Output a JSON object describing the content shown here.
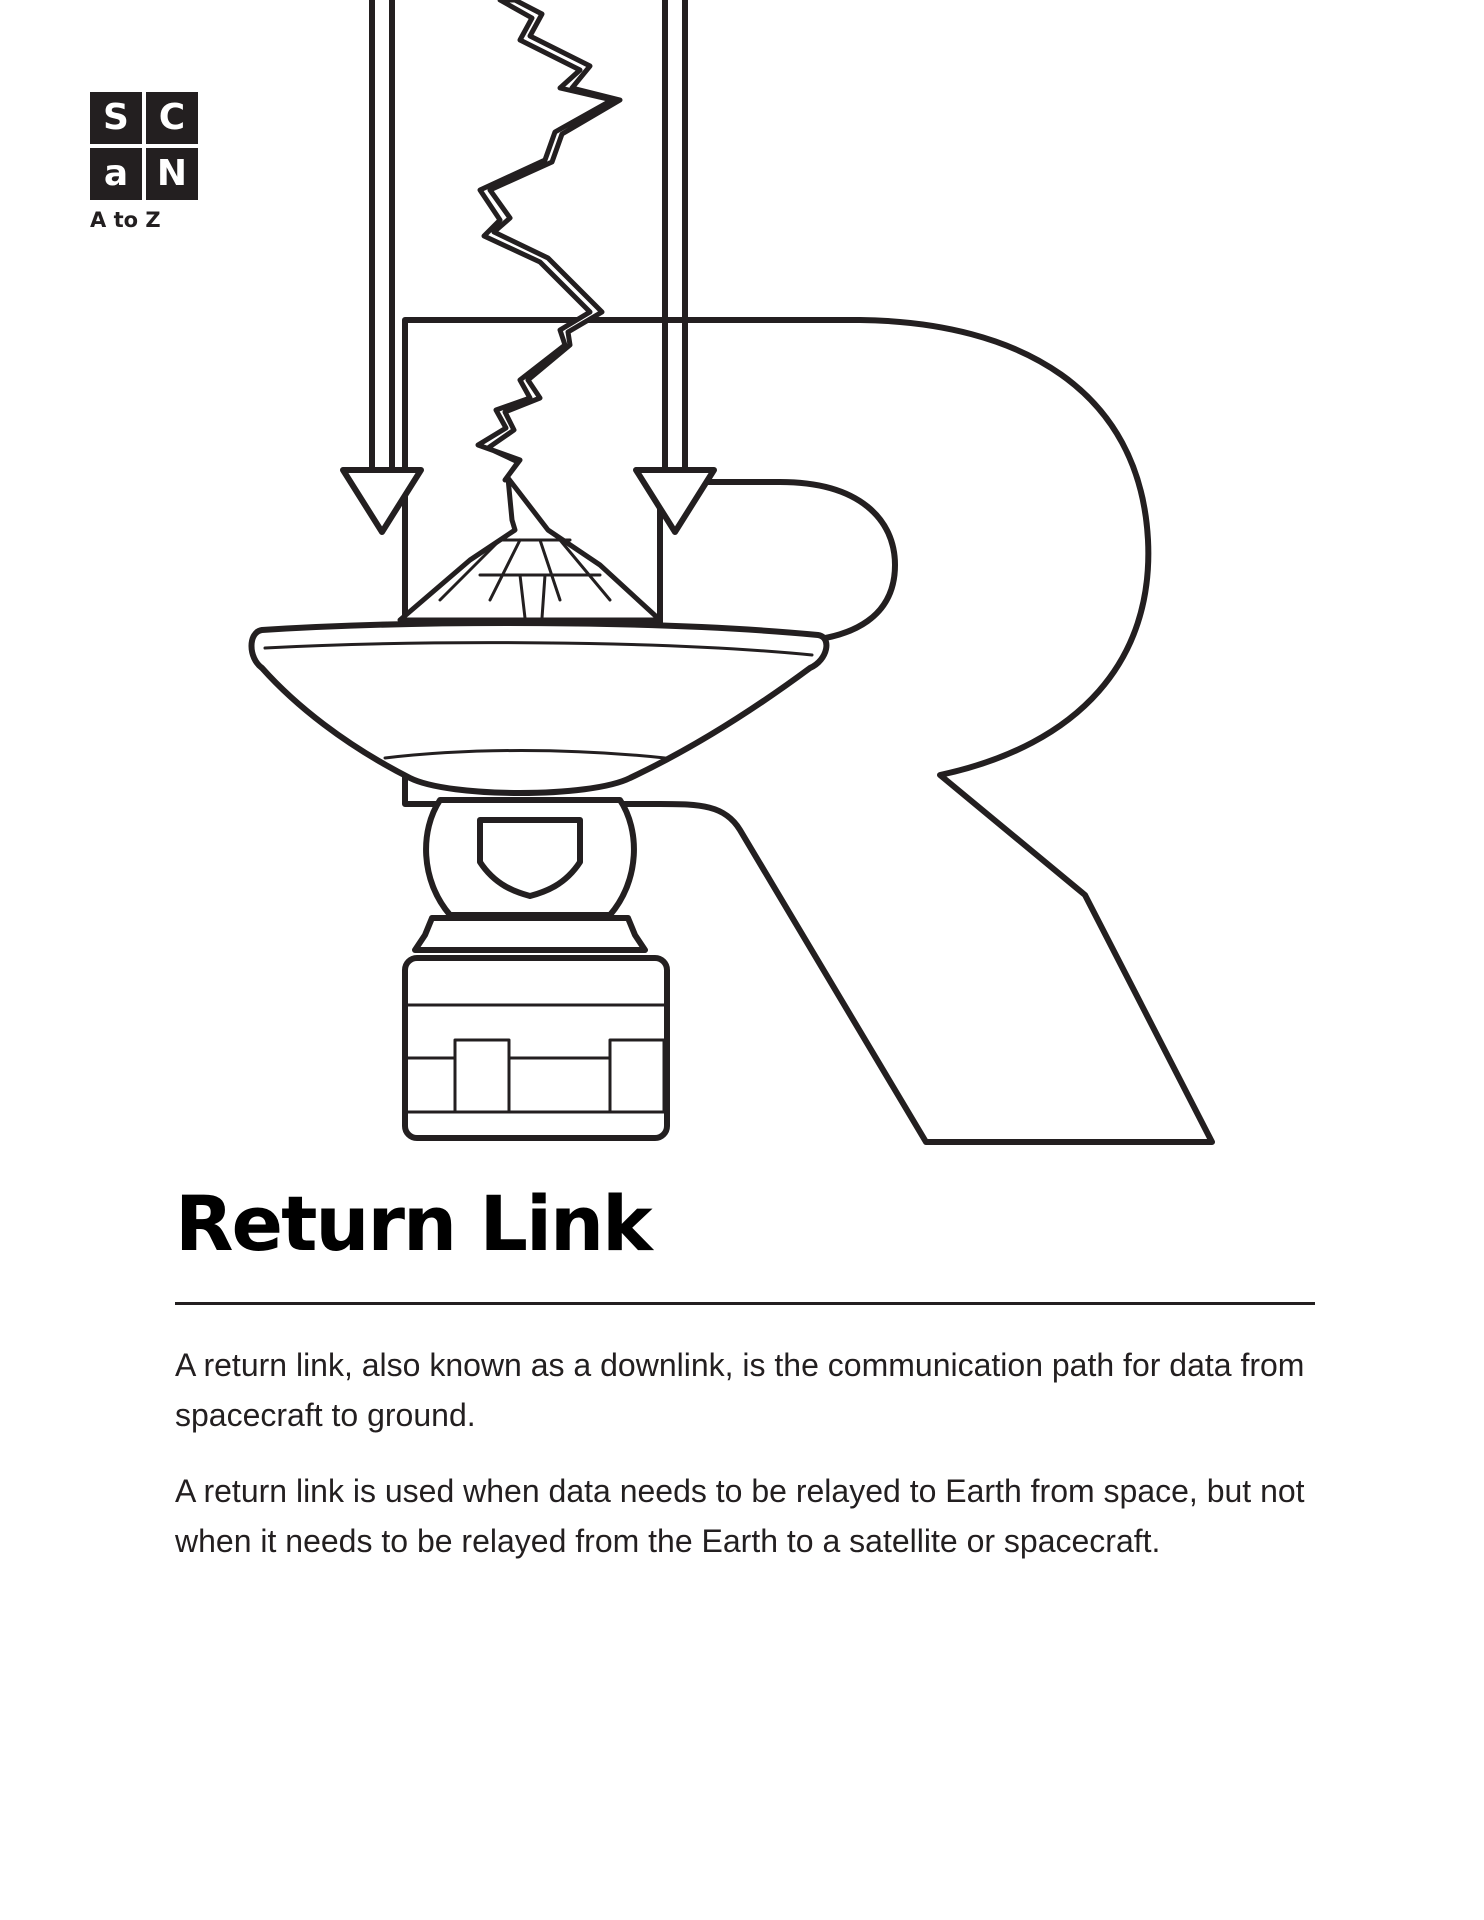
{
  "logo": {
    "letters": [
      "S",
      "C",
      "a",
      "N"
    ],
    "subtitle": "A to Z"
  },
  "heading": {
    "title": "Return Link"
  },
  "body": {
    "paragraphs": [
      "A return link, also known as a downlink, is the communication path for data from spacecraft to ground.",
      "A return link is used when data needs to be relayed to Earth from space, but not when it needs to be relayed from the Earth to a satellite or spacecraft."
    ]
  },
  "illustration": {
    "icons": [
      "letter-r-outline",
      "down-arrow-left-icon",
      "down-arrow-right-icon",
      "lightning-signal-icon",
      "satellite-dish-antenna-icon"
    ],
    "colors": {
      "stroke": "#231f20",
      "fill": "#ffffff"
    }
  }
}
